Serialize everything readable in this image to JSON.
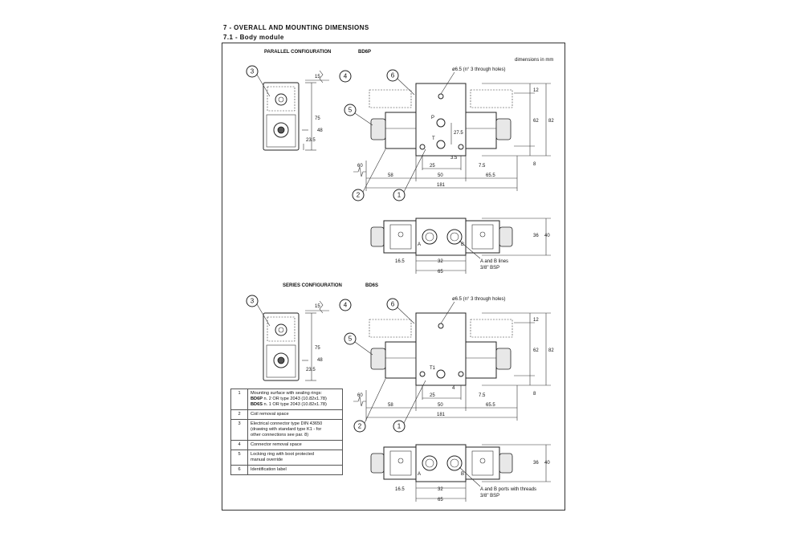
{
  "heading": {
    "section": "7  - OVERALL AND MOUNTING DIMENSIONS",
    "subsection": "7.1 -  Body module"
  },
  "units_note": "dimensions in mm",
  "parallel": {
    "title": "PARALLEL CONFIGURATION",
    "code": "BD6P",
    "holes_label": "ø6.5 (n° 3 through holes)",
    "port_p": "P",
    "port_t": "T",
    "port_a": "A",
    "port_b": "B",
    "lines_note_1": "A and B lines",
    "lines_note_2": "3/8\" BSP",
    "dims": {
      "side_15": "15",
      "side_75": "75",
      "side_48": "48",
      "side_23_5": "23.5",
      "left_60": "60",
      "d58": "58",
      "d50": "50",
      "d65_5": "65.5",
      "d181": "181",
      "d25": "25",
      "d7_5": "7.5",
      "d3_5": "3.5",
      "d27_5": "27.5",
      "r12": "12",
      "r62": "62",
      "r82": "82",
      "r8": "8",
      "b36": "36",
      "b40": "40",
      "b16_5": "16.5",
      "b32": "32",
      "b65": "65"
    }
  },
  "series": {
    "title": "SERIES CONFIGURATION",
    "code": "BD6S",
    "holes_label": "ø6.5 (n° 3 through holes)",
    "port_t1": "T1",
    "port_a": "A",
    "port_b": "B",
    "ports_note_1": "A and B ports with threads",
    "ports_note_2": "3/8\" BSP",
    "dims": {
      "side_15": "15",
      "side_75": "75",
      "side_48": "48",
      "side_23_5": "23.5",
      "left_60": "60",
      "d58": "58",
      "d50": "50",
      "d65_5": "65.5",
      "d181": "181",
      "d25": "25",
      "d7_5": "7.5",
      "d4": "4",
      "r12": "12",
      "r62": "62",
      "r82": "82",
      "r8": "8",
      "b36": "36",
      "b40": "40",
      "b16_5": "16.5",
      "b32": "32",
      "b65": "65"
    }
  },
  "callouts": {
    "c1": "1",
    "c2": "2",
    "c3": "3",
    "c4": "4",
    "c5": "5",
    "c6": "6"
  },
  "legend": [
    {
      "n": "1",
      "line1": "Mounting surface with sealing rings:",
      "line2_bold": "BD6P",
      "line2": " n. 2 OR type 2043 (10.82x1.78)",
      "line3_bold": "BD6S",
      "line3": " n. 1 OR type 2043 (10.82x1.78)"
    },
    {
      "n": "2",
      "text": "Coil removal space"
    },
    {
      "n": "3",
      "line1": "Electrical connector type DIN 43650",
      "line2": "(drawing with standard type K1 - for",
      "line3": "other connections see par. 8)"
    },
    {
      "n": "4",
      "text": "Connector removal space"
    },
    {
      "n": "5",
      "line1": "Locking ring with boot protected",
      "line2": "manual override"
    },
    {
      "n": "6",
      "text": "Identification label"
    }
  ]
}
